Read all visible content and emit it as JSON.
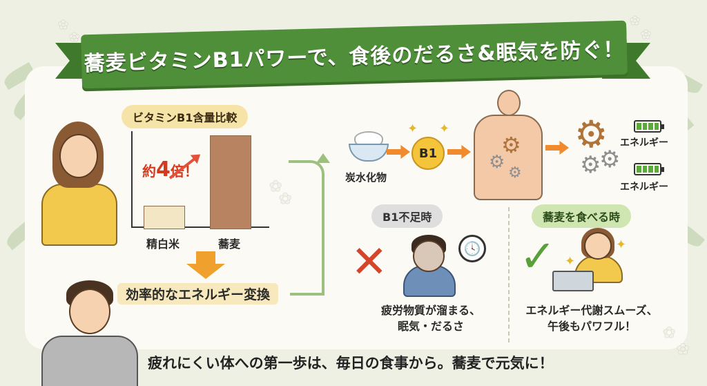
{
  "banner": {
    "title": "蕎麦ビタミンB1パワーで、食後のだるさ&眠気を防ぐ！"
  },
  "chart_data": {
    "type": "bar",
    "title": "ビタミンB1含量比較",
    "categories": [
      "精白米",
      "蕎麦"
    ],
    "values": [
      1,
      4
    ],
    "annotation_prefix": "約",
    "annotation_value": "4",
    "annotation_suffix": "倍！",
    "colors": [
      "#f2e6c4",
      "#b88360"
    ]
  },
  "conversion": {
    "label": "効率的なエネルギー変換"
  },
  "flow": {
    "carb_label": "炭水化物",
    "b1_label": "B1",
    "energy_label_1": "エネルギー",
    "energy_label_2": "エネルギー"
  },
  "deficiency": {
    "title": "B1不足時",
    "line1": "疲労物質が溜まる、",
    "line2": "眠気・だるさ"
  },
  "soba": {
    "title": "蕎麦を食べる時",
    "line1": "エネルギー代謝スムーズ、",
    "line2": "午後もパワフル！"
  },
  "footer": {
    "text": "疲れにくい体への第一歩は、毎日の食事から。蕎麦で元気に！"
  },
  "icons": [
    "rice-bowl-icon",
    "sparkle-icon",
    "body-icon",
    "gear-icon",
    "battery-icon",
    "cross-icon",
    "check-icon",
    "clock-icon",
    "laptop-icon",
    "flower-icon"
  ]
}
